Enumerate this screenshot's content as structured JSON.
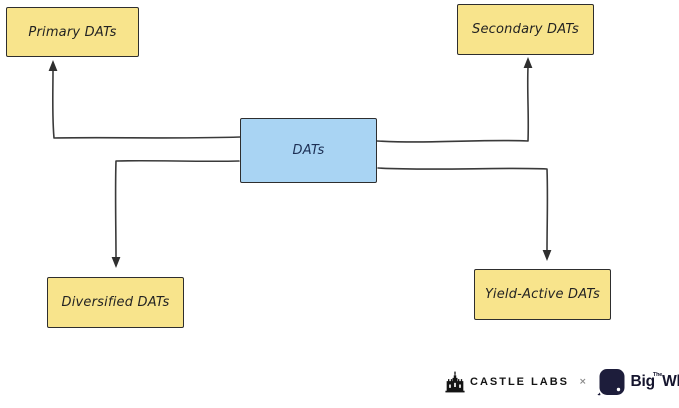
{
  "diagram": {
    "center_node": {
      "label": "DATs"
    },
    "nodes": [
      {
        "id": "primary",
        "label": "Primary DATs"
      },
      {
        "id": "secondary",
        "label": "Secondary DATs"
      },
      {
        "id": "diversified",
        "label": "Diversified DATs"
      },
      {
        "id": "yield-active",
        "label": "Yield-Active DATs"
      }
    ],
    "colors": {
      "center_fill": "#a9d4f3",
      "node_fill": "#f8e48c",
      "border": "#2e2e2e",
      "arrow": "#3a3a3a",
      "center_text": "#1c2f54",
      "node_text": "#232323"
    }
  },
  "footer": {
    "partner_left": "CASTLE LABS",
    "separator": "×",
    "partner_right": {
      "the": "The",
      "big": "Big",
      "whale": "Whale"
    },
    "logo_navy": "#1d1d3b"
  }
}
